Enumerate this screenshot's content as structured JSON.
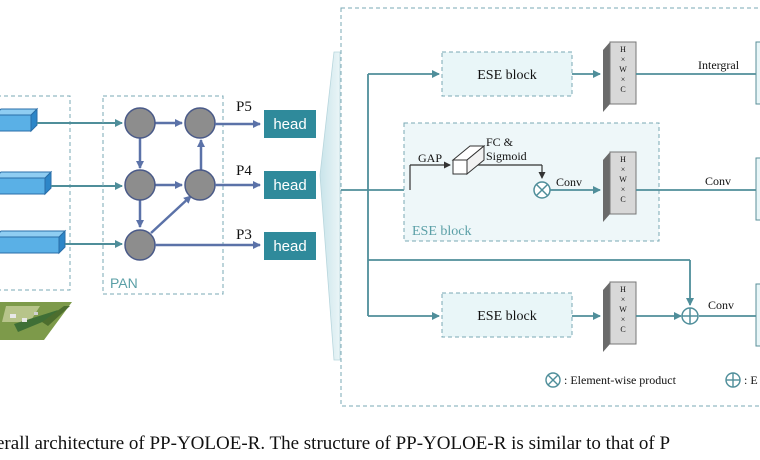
{
  "pan": {
    "label": "PAN",
    "levels": [
      "P5",
      "P4",
      "P3"
    ],
    "head_label": "head"
  },
  "ese": {
    "block_label": "ESE block",
    "gap_label": "GAP",
    "fc_label_line1": "FC &",
    "fc_label_line2": "Sigmoid",
    "conv_label": "Conv",
    "integral_label": "Intergral",
    "tensor_label": [
      "H",
      "×",
      "W",
      "×",
      "C"
    ]
  },
  "legend": {
    "element_wise_product": ": Element-wise product",
    "element_wise_add_partial": ": E"
  },
  "caption": "erall architecture of PP-YOLOE-R. The structure of PP-YOLOE-R is similar to that of P",
  "colors": {
    "teal": "#5a9fa6",
    "head_fill": "#2f8a9b",
    "box_fill": "#e9f6f8",
    "node_fill": "#8d8d8d",
    "arrow_blue": "#5b72a8"
  }
}
